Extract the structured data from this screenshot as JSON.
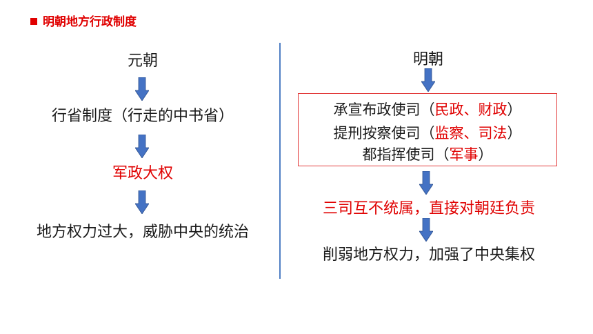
{
  "title": "明朝地方行政制度",
  "left": {
    "step1": "元朝",
    "step2": "行省制度（行走的中书省）",
    "step3": "军政大权",
    "step4": "地方权力过大，威胁中央的统治"
  },
  "right": {
    "step1": "明朝",
    "box": [
      {
        "name": "承宣布政使司",
        "open": "（",
        "duty": "民政、财政",
        "close": "）"
      },
      {
        "name": "提刑按察使司",
        "open": "（",
        "duty": "监察、司法",
        "close": "）"
      },
      {
        "name": "都指挥使司",
        "open": "（",
        "duty": "军事",
        "close": "）"
      }
    ],
    "step3": "三司互不统属，直接对朝廷负责",
    "step4": "削弱地方权力，加强了中央集权"
  },
  "colors": {
    "accent_red": "#e00000",
    "arrow_blue": "#4472c4",
    "divider": "#4f7ec4",
    "box_border": "#e23b3b"
  }
}
